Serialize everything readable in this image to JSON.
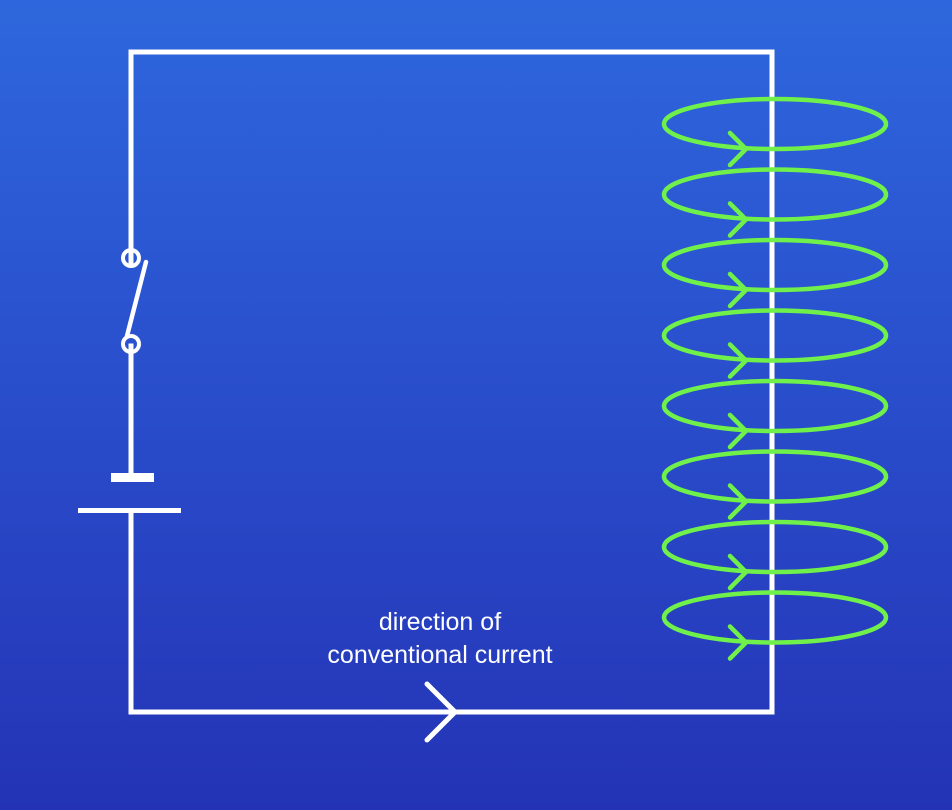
{
  "annotation": {
    "line1": "direction of",
    "line2": "conventional current"
  },
  "colors": {
    "background_top": "#2e67dd",
    "background_bottom": "#2433b6",
    "wire": "#ffffff",
    "magnetic_field": "#6ff04a"
  },
  "components": {
    "switch": "switch-icon",
    "cell": "battery-icon",
    "field_loops": 8,
    "current_arrow": "chevron-right-icon"
  }
}
